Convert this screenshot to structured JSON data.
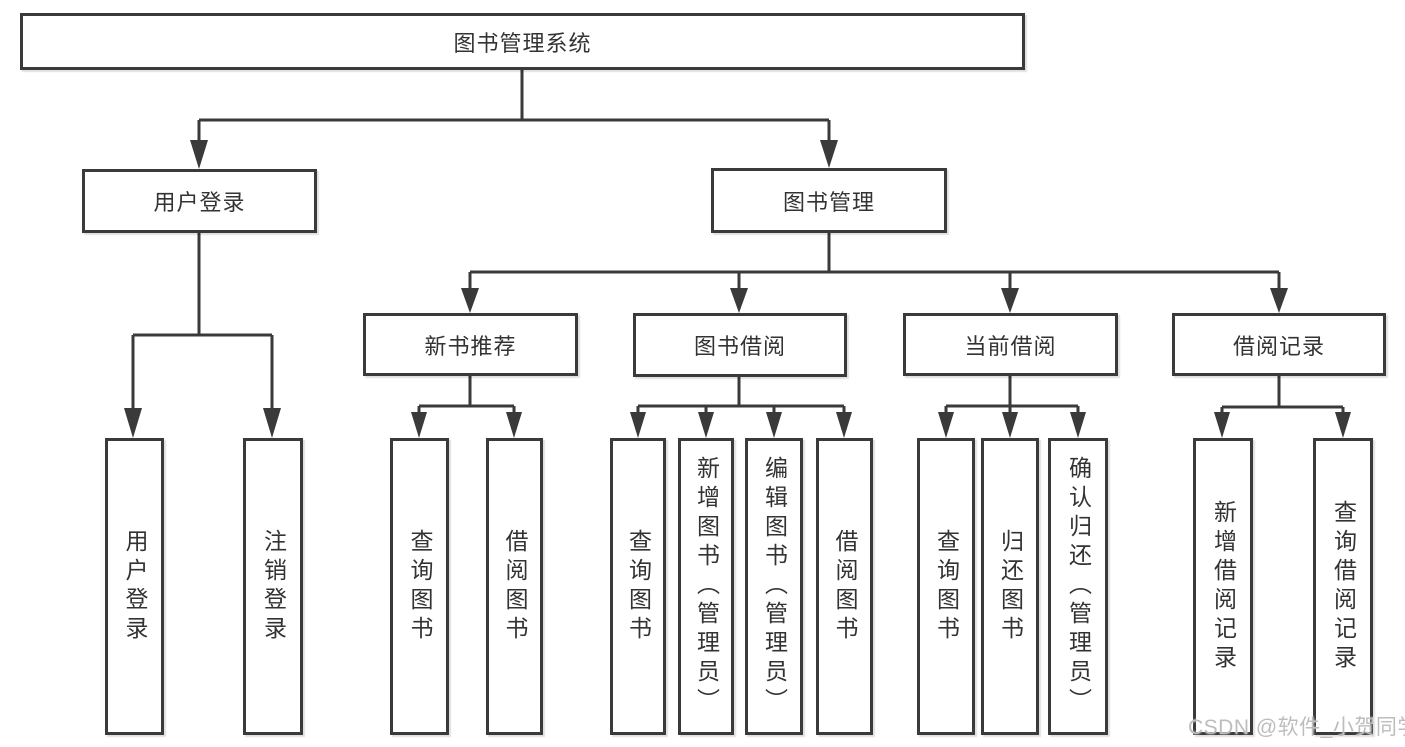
{
  "diagram": {
    "title": "图书管理系统",
    "watermark": "CSDN @软件_小贺同学",
    "colors": {
      "border": "#3a3a3a",
      "line": "#3a3a3a",
      "text": "#333333",
      "watermark": "#bdbdbd",
      "background": "#ffffff"
    },
    "nodes": {
      "root": {
        "label": "图书管理系统"
      },
      "level2": [
        {
          "label": "用户登录"
        },
        {
          "label": "图书管理"
        }
      ],
      "level3": [
        {
          "label": "新书推荐"
        },
        {
          "label": "图书借阅"
        },
        {
          "label": "当前借阅"
        },
        {
          "label": "借阅记录"
        }
      ],
      "level4": [
        {
          "label": "用户登录"
        },
        {
          "label": "注销登录"
        },
        {
          "label": "查询图书"
        },
        {
          "label": "借阅图书"
        },
        {
          "label": "查询图书"
        },
        {
          "label": "新增图书（管理员）"
        },
        {
          "label": "编辑图书（管理员）"
        },
        {
          "label": "借阅图书"
        },
        {
          "label": "查询图书"
        },
        {
          "label": "归还图书"
        },
        {
          "label": "确认归还（管理员）"
        },
        {
          "label": "新增借阅记录"
        },
        {
          "label": "查询借阅记录"
        }
      ]
    }
  }
}
